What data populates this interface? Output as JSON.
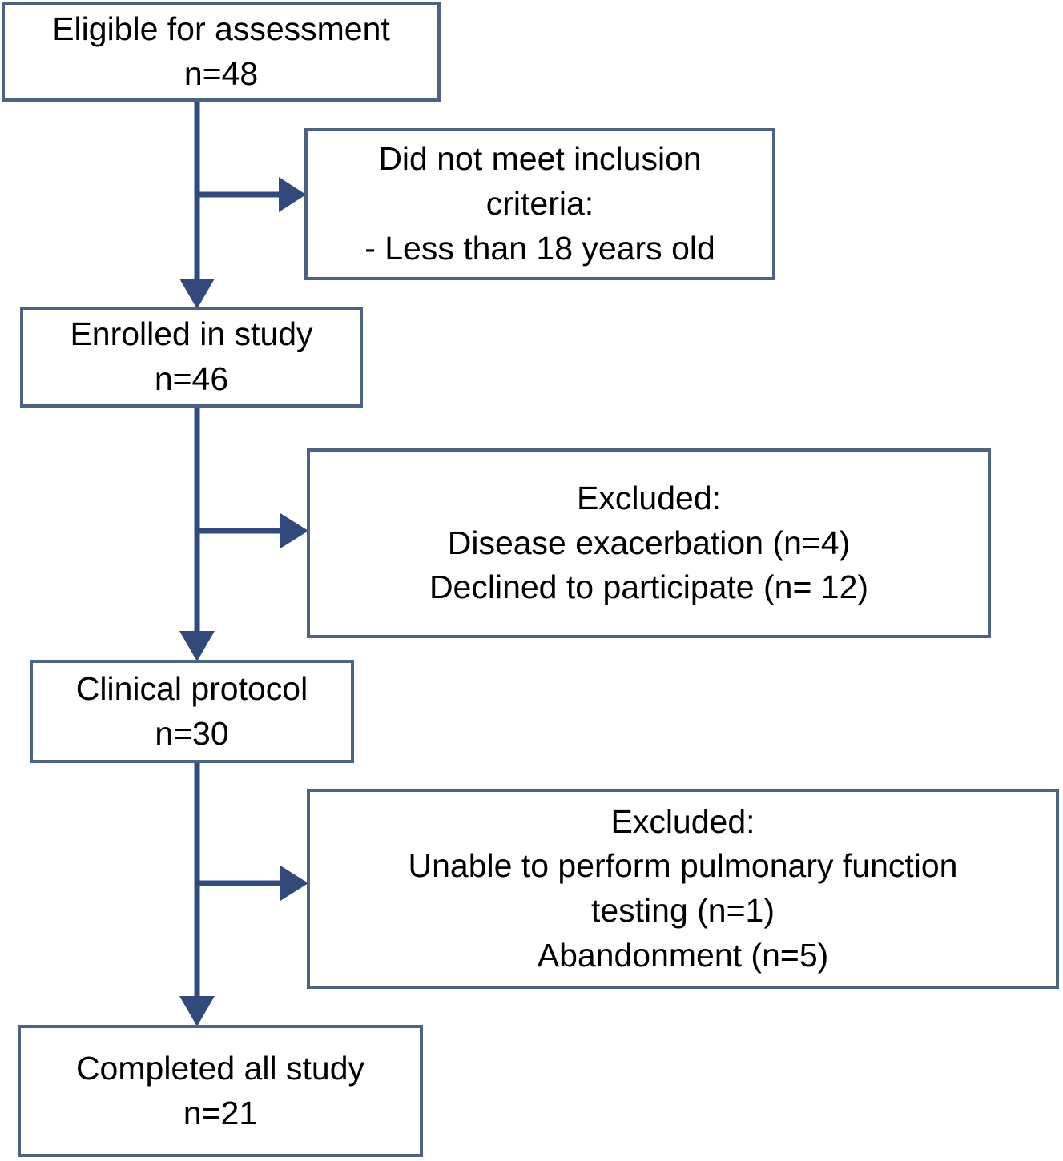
{
  "diagram": {
    "type": "flowchart",
    "boxes": [
      {
        "id": "eligible",
        "n": 48,
        "lines": [
          "Eligible for assessment",
          "n=48"
        ]
      },
      {
        "id": "not-included",
        "lines": [
          "Did not meet inclusion",
          "criteria:",
          "- Less than 18 years old"
        ]
      },
      {
        "id": "enrolled",
        "n": 46,
        "lines": [
          "Enrolled in study",
          "n=46"
        ]
      },
      {
        "id": "excluded-1",
        "lines": [
          "Excluded:",
          "Disease exacerbation (n=4)",
          "Declined to participate (n= 12)"
        ]
      },
      {
        "id": "clinical-protocol",
        "n": 30,
        "lines": [
          "Clinical protocol",
          "n=30"
        ]
      },
      {
        "id": "excluded-2",
        "lines": [
          "Excluded:",
          "Unable to perform pulmonary function",
          "testing (n=1)",
          "Abandonment (n=5)"
        ]
      },
      {
        "id": "completed",
        "n": 21,
        "lines": [
          "Completed all study",
          "n=21"
        ]
      }
    ],
    "edges": [
      {
        "from": "eligible",
        "to": "not-included",
        "type": "branch-right"
      },
      {
        "from": "eligible",
        "to": "enrolled",
        "type": "main-down"
      },
      {
        "from": "enrolled",
        "to": "excluded-1",
        "type": "branch-right"
      },
      {
        "from": "enrolled",
        "to": "clinical-protocol",
        "type": "main-down"
      },
      {
        "from": "clinical-protocol",
        "to": "excluded-2",
        "type": "branch-right"
      },
      {
        "from": "clinical-protocol",
        "to": "completed",
        "type": "main-down"
      }
    ],
    "colors": {
      "box_border": "#4d6380",
      "connector": "#31497b",
      "text": "#000000",
      "background": "#ffffff"
    }
  }
}
